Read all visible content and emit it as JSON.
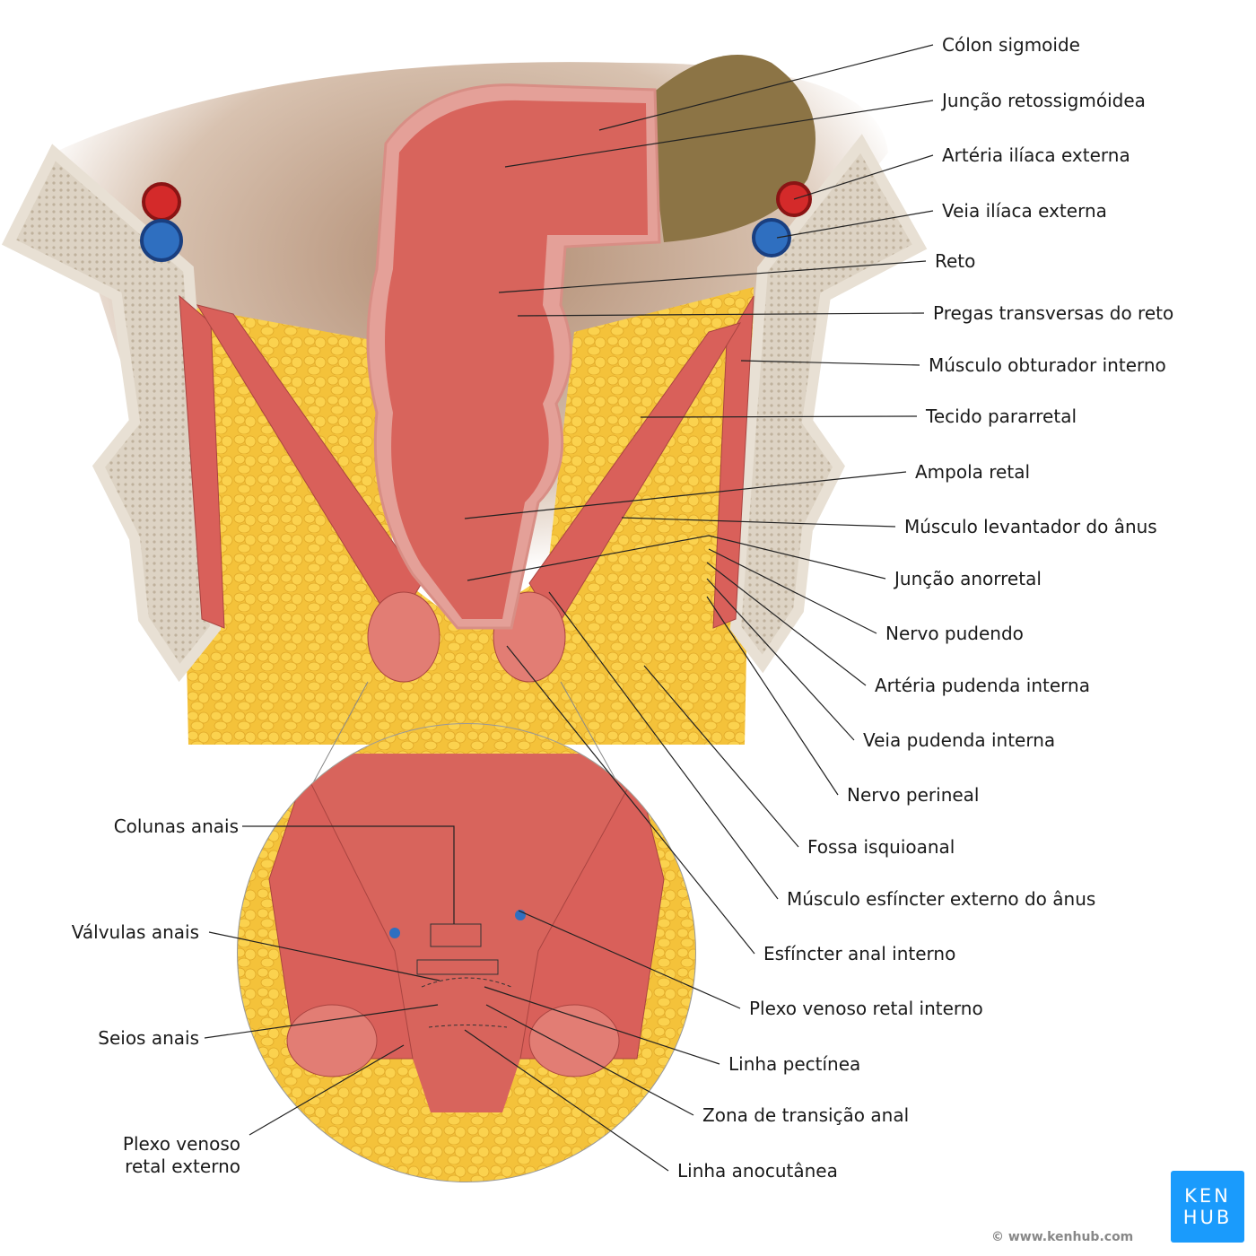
{
  "labels_right": [
    {
      "id": "colon-sigmoide",
      "text": "Cólon sigmoide"
    },
    {
      "id": "juncao-retossigmoidea",
      "text": "Junção retossigmóidea"
    },
    {
      "id": "arteria-iliaca-externa",
      "text": "Artéria ilíaca externa"
    },
    {
      "id": "veia-iliaca-externa",
      "text": "Veia ilíaca externa"
    },
    {
      "id": "reto",
      "text": "Reto"
    },
    {
      "id": "pregas-transversas",
      "text": "Pregas transversas do reto"
    },
    {
      "id": "obturador-interno",
      "text": "Músculo obturador interno"
    },
    {
      "id": "tecido-pararretal",
      "text": "Tecido pararretal"
    },
    {
      "id": "ampola-retal",
      "text": "Ampola retal"
    },
    {
      "id": "levantador-anus",
      "text": "Músculo levantador do ânus"
    },
    {
      "id": "juncao-anorretal",
      "text": "Junção anorretal"
    },
    {
      "id": "nervo-pudendo",
      "text": "Nervo pudendo"
    },
    {
      "id": "arteria-pudenda",
      "text": "Artéria pudenda interna"
    },
    {
      "id": "veia-pudenda",
      "text": "Veia pudenda interna"
    },
    {
      "id": "nervo-perineal",
      "text": "Nervo perineal"
    },
    {
      "id": "fossa-isquioanal",
      "text": "Fossa isquioanal"
    },
    {
      "id": "esfincter-externo",
      "text": "Músculo esfíncter externo do ânus"
    },
    {
      "id": "esfincter-interno",
      "text": "Esfíncter anal interno"
    },
    {
      "id": "plexo-interno",
      "text": "Plexo venoso retal interno"
    },
    {
      "id": "linha-pectinea",
      "text": "Linha pectínea"
    },
    {
      "id": "zona-transicao",
      "text": "Zona de transição anal"
    },
    {
      "id": "linha-anocutanea",
      "text": "Linha anocutânea"
    }
  ],
  "labels_left": [
    {
      "id": "colunas-anais",
      "text": "Colunas anais"
    },
    {
      "id": "valvulas-anais",
      "text": "Válvulas anais"
    },
    {
      "id": "seios-anais",
      "text": "Seios anais"
    },
    {
      "id": "plexo-externo-1",
      "text": "Plexo venoso"
    },
    {
      "id": "plexo-externo-2",
      "text": "retal externo"
    }
  ],
  "logo": {
    "line1": "KEN",
    "line2": "HUB"
  },
  "copyright": "© www.kenhub.com",
  "colors": {
    "muscle": "#d9605a",
    "fat": "#f7c842",
    "bone": "#e8e0d4",
    "mucosa": "#e07a70",
    "vein": "#2f6fc0",
    "artery": "#d42a2a",
    "logo": "#1a9bfc"
  }
}
